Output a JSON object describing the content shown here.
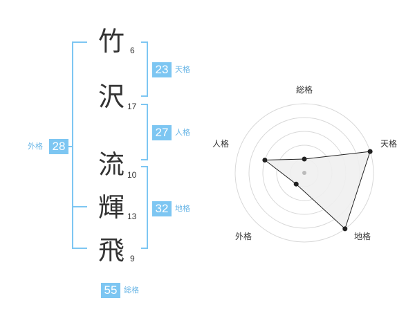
{
  "name_chars": [
    {
      "char": "竹",
      "strokes": "6"
    },
    {
      "char": "沢",
      "strokes": "17"
    },
    {
      "char": "流",
      "strokes": "10"
    },
    {
      "char": "輝",
      "strokes": "13"
    },
    {
      "char": "飛",
      "strokes": "9"
    }
  ],
  "kaku": {
    "tenkaku": {
      "value": "23",
      "label": "天格"
    },
    "jinkaku": {
      "value": "27",
      "label": "人格"
    },
    "chikaku": {
      "value": "32",
      "label": "地格"
    },
    "gaikaku": {
      "value": "28",
      "label": "外格"
    },
    "soukaku": {
      "value": "55",
      "label": "総格"
    }
  },
  "colors": {
    "accent": "#7dc6f2",
    "label": "#6ab6e6",
    "text": "#333333"
  },
  "chart_data": {
    "type": "radar",
    "axes": [
      "総格",
      "天格",
      "地格",
      "外格",
      "人格"
    ],
    "values": [
      1,
      5,
      5,
      1,
      3
    ],
    "max": 5,
    "grid_rings": 5
  }
}
